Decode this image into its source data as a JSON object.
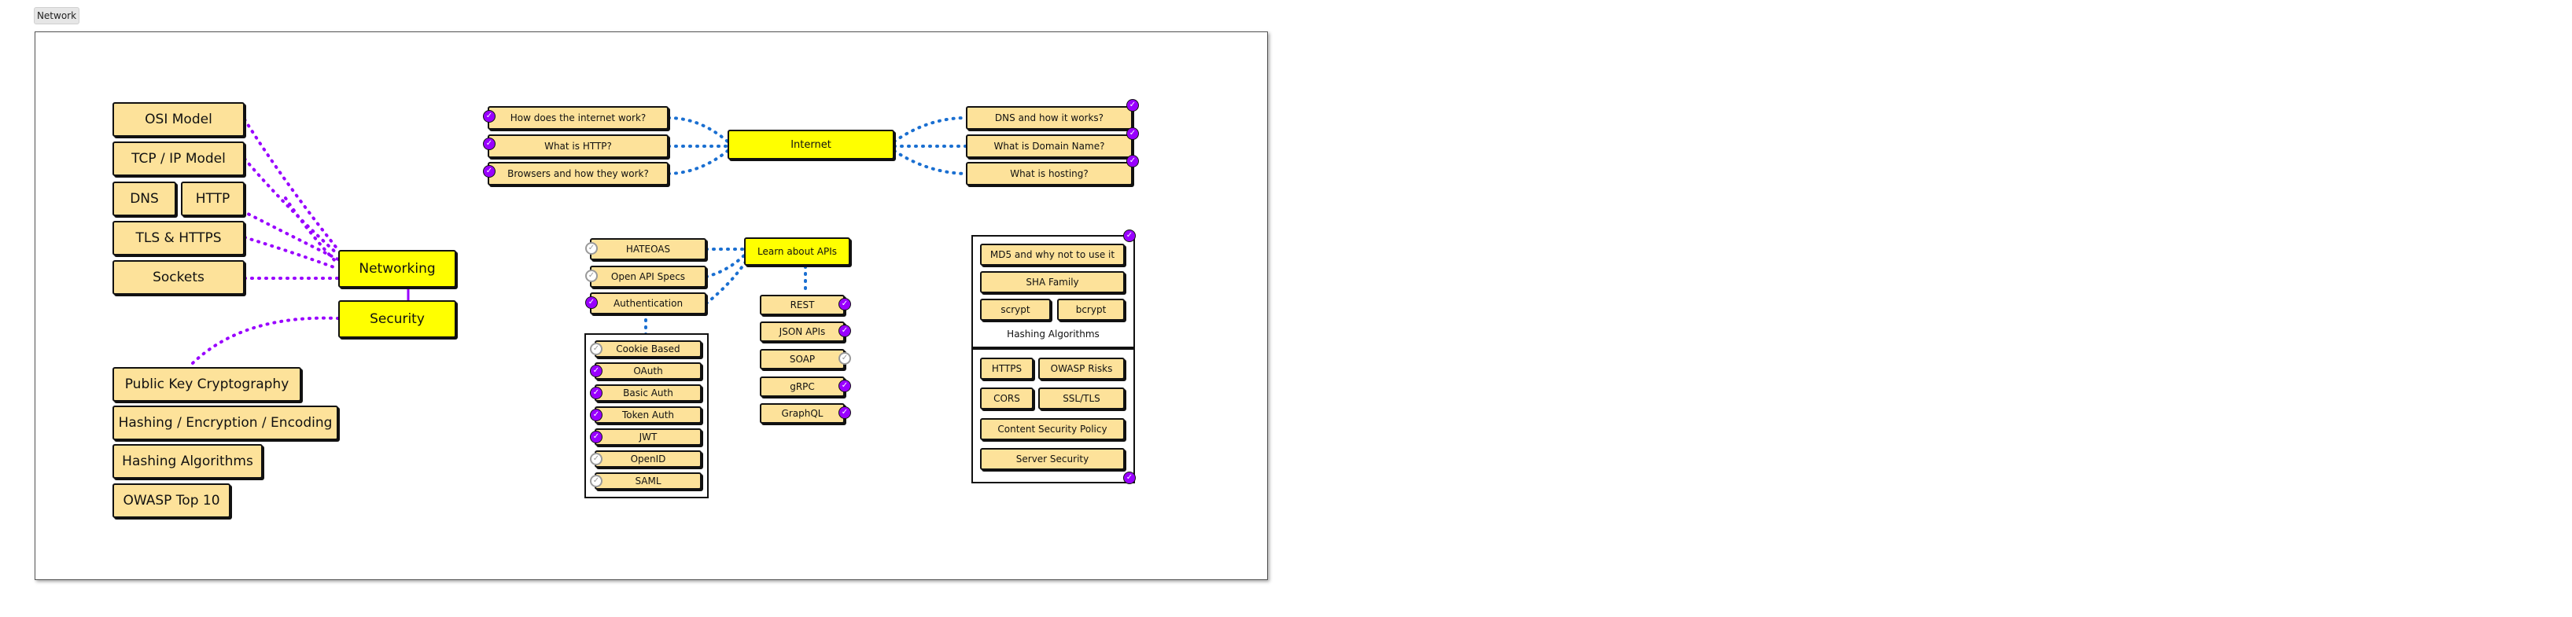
{
  "tab": {
    "label": "Network"
  },
  "colors": {
    "node_fill": "#fde29a",
    "hub_fill": "#ffff00",
    "purple_link": "#9900ff",
    "blue_link": "#1a6fd1",
    "check_done": "#9900ff"
  },
  "networking": {
    "topics": [
      "OSI Model",
      "TCP / IP Model",
      "DNS",
      "HTTP",
      "TLS & HTTPS",
      "Sockets"
    ],
    "hub": "Networking"
  },
  "security": {
    "hub": "Security",
    "topics": [
      "Public Key Cryptography",
      "Hashing / Encryption / Encoding",
      "Hashing Algorithms",
      "OWASP Top 10"
    ]
  },
  "internet": {
    "hub": "Internet",
    "left": [
      "How does the internet work?",
      "What is HTTP?",
      "Browsers and how they work?"
    ],
    "right": [
      "DNS and how it works?",
      "What is Domain Name?",
      "What is hosting?"
    ]
  },
  "apis": {
    "hub": "Learn about APIs",
    "left": [
      "HATEOAS",
      "Open API Specs",
      "Authentication"
    ],
    "auth": [
      "Cookie Based",
      "OAuth",
      "Basic Auth",
      "Token Auth",
      "JWT",
      "OpenID",
      "SAML"
    ],
    "right": [
      "REST",
      "JSON APIs",
      "SOAP",
      "gRPC",
      "GraphQL"
    ]
  },
  "hashing": {
    "items": [
      "MD5 and why not to use it",
      "SHA Family",
      "scrypt",
      "bcrypt"
    ],
    "caption": "Hashing Algorithms"
  },
  "websec": {
    "items": [
      "HTTPS",
      "OWASP Risks",
      "CORS",
      "SSL/TLS",
      "Content Security Policy",
      "Server Security"
    ]
  }
}
